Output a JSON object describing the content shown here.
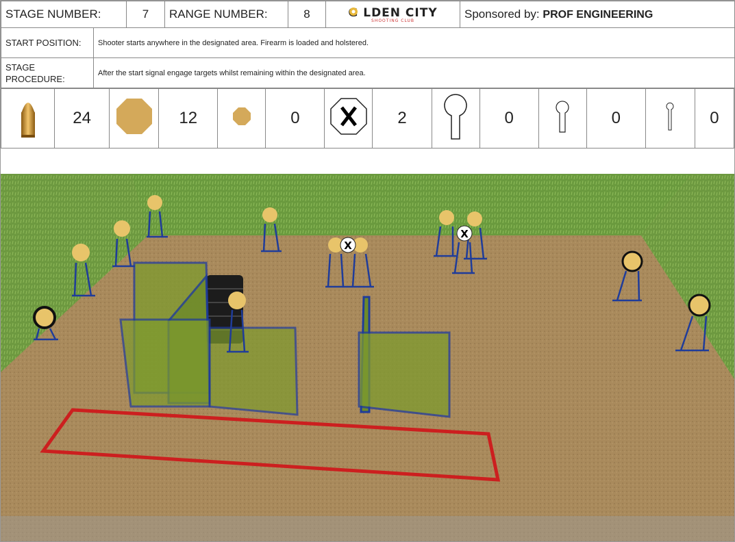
{
  "header": {
    "stage_label": "STAGE NUMBER:",
    "stage_value": "7",
    "range_label": "RANGE NUMBER:",
    "range_value": "8",
    "logo_text": "G LDEN CITY",
    "logo_sub": "SHOOTING CLUB",
    "sponsor_label": "Sponsored by:",
    "sponsor_name": "PROF ENGINEERING"
  },
  "start_position": {
    "label": "START POSITION:",
    "text": "Shooter starts anywhere in the designated area. Firearm is loaded and holstered."
  },
  "stage_procedure": {
    "label": "STAGE PROCEDURE:",
    "text": "After the start signal engage targets whilst remaining within the designated area."
  },
  "counts": [
    {
      "icon": "bullet-icon",
      "value": "24"
    },
    {
      "icon": "large-steel-plate-icon",
      "value": "12"
    },
    {
      "icon": "small-steel-plate-icon",
      "value": "0"
    },
    {
      "icon": "no-shoot-target-icon",
      "value": "2"
    },
    {
      "icon": "large-keyhole-target-icon",
      "value": "0"
    },
    {
      "icon": "medium-keyhole-target-icon",
      "value": "0"
    },
    {
      "icon": "small-keyhole-target-icon",
      "value": "0"
    }
  ],
  "colors": {
    "steel": "#d4a95a",
    "ground": "#a98a5c",
    "grass": "#6a9a3e",
    "wall_blue": "#1f3c9a",
    "panel_green": "#7e9b2e",
    "fault_line": "#cc1f1f",
    "logo_dot": "#e8b83a"
  }
}
